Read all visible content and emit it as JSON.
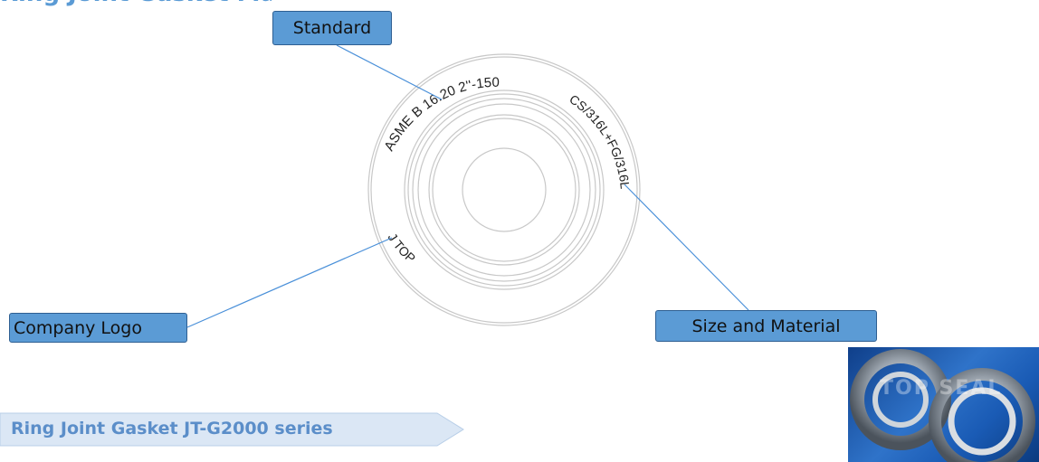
{
  "heading": "Ring Joint Gasket Marking",
  "callouts": {
    "standard": "Standard",
    "company_logo": "Company Logo",
    "size_material": "Size and Material"
  },
  "gasket_marking": {
    "standard_text": "ASME B 16.20 2''-150",
    "material_text": "CS/316L+FG/316L",
    "logo_text": "J TOP"
  },
  "banner": {
    "label": "Ring Joint Gasket JT-G2000 series"
  },
  "photo": {
    "watermark": "TOP SEAL"
  },
  "colors": {
    "callout_fill": "#5b9bd5",
    "callout_border": "#2e5f92",
    "leader_line": "#4a90d9",
    "banner_fill": "#dbe7f5",
    "banner_text": "#5b8ec9"
  }
}
